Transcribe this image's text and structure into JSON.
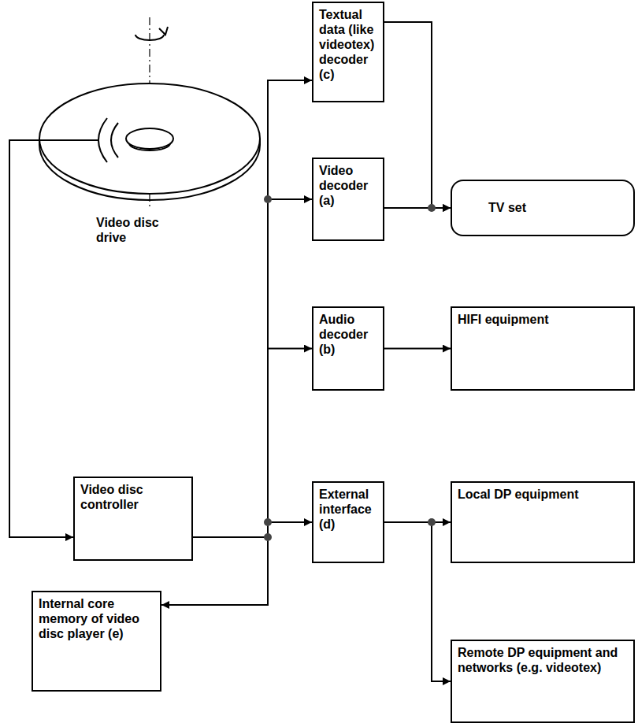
{
  "diagram": {
    "nodes": [
      {
        "text": [
          "Textual data (like videotex) decoder (c)"
        ]
      },
      {
        "text": [
          "Video decoder (a)"
        ]
      },
      {
        "text": [
          "TV set"
        ]
      },
      {
        "text": [
          "Video disc drive"
        ]
      },
      {
        "text": [
          "Audio decoder (b)"
        ]
      },
      {
        "text": [
          "HIFI equipment"
        ]
      },
      {
        "text": [
          "Video disc controller"
        ]
      },
      {
        "text": [
          "External interface (d)"
        ]
      },
      {
        "text": [
          "Local DP equipment"
        ]
      },
      {
        "text": [
          "Internal core memory of video disc player (e)"
        ]
      },
      {
        "text": [
          "Remote DP equipment and networks (e.g. videotex)"
        ]
      }
    ],
    "edges": [
      {
        "from": 3,
        "to": 6,
        "arrow": "to"
      },
      {
        "from": 6,
        "to": 0,
        "arrow": "to"
      },
      {
        "from": 6,
        "to": 1,
        "arrow": "to"
      },
      {
        "from": 6,
        "to": 4,
        "arrow": "to"
      },
      {
        "from": 6,
        "to": 7,
        "arrow": "to"
      },
      {
        "from": 6,
        "to": 9,
        "arrow": "to"
      },
      {
        "from": 0,
        "to": 2,
        "arrow": "to"
      },
      {
        "from": 1,
        "to": 2,
        "arrow": "to"
      },
      {
        "from": 4,
        "to": 5,
        "arrow": "to"
      },
      {
        "from": 7,
        "to": 8,
        "arrow": "to"
      },
      {
        "from": 7,
        "to": 10,
        "arrow": "to"
      }
    ]
  }
}
